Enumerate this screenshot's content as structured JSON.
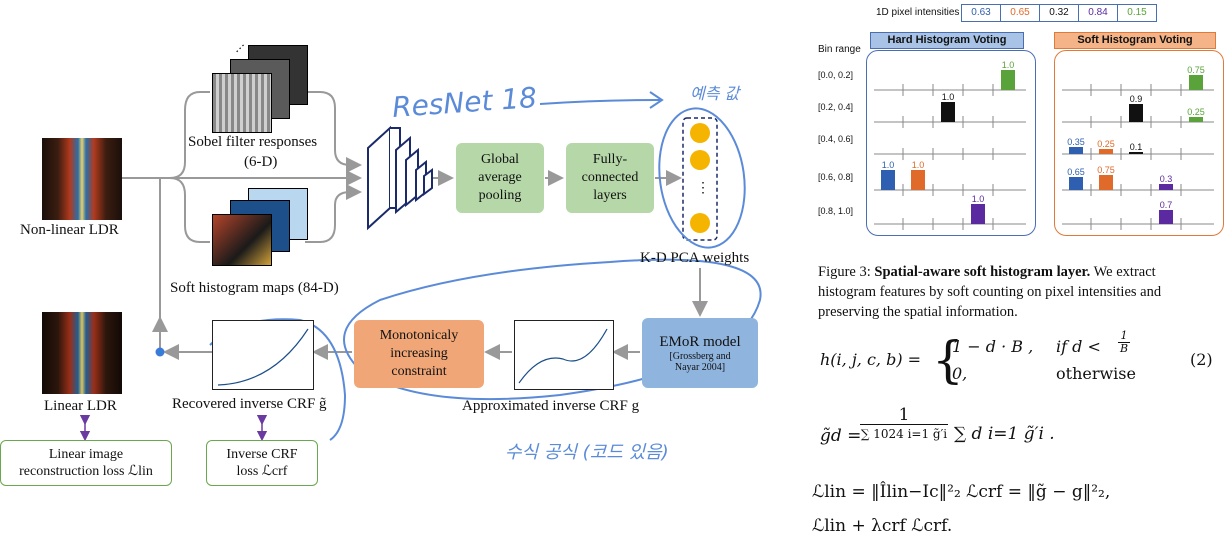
{
  "left": {
    "nonlinear_ldr": "Non-linear LDR",
    "sobel_label": "Sobel filter responses",
    "sobel_dim": "(6-D)",
    "soft_hist_label": "Soft histogram maps (84-D)",
    "gap_label": [
      "Global",
      "average",
      "pooling"
    ],
    "fc_label": [
      "Fully-",
      "connected",
      "layers"
    ],
    "pca_label": "K-D PCA weights",
    "emor_title": "EMoR model",
    "emor_cite": [
      "[Grossberg and",
      "Nayar 2004]"
    ],
    "mono_label": [
      "Monotonicaly",
      "increasing",
      "constraint"
    ],
    "linear_ldr": "Linear LDR",
    "recovered_crf": "Recovered inverse CRF g̃",
    "approx_crf": "Approximated inverse CRF g",
    "loss_lin": [
      "Linear image",
      "reconstruction loss ℒlin"
    ],
    "loss_crf": [
      "Inverse CRF",
      "loss ℒcrf"
    ],
    "vertical_dots": "⋮"
  },
  "handwriting": {
    "resnet": "ResNet 18",
    "note_top": "예측 값",
    "note_bottom": "수식 공식 (코드 있음)"
  },
  "figure3": {
    "pixel_intensities_label": "1D pixel intensities",
    "pixel_values": [
      "0.63",
      "0.65",
      "0.32",
      "0.84",
      "0.15"
    ],
    "pixel_colors": [
      "#2f5fb0",
      "#e06a2a",
      "#111111",
      "#5b2aa0",
      "#5aa33a"
    ],
    "bin_range_label": "Bin range",
    "bins": [
      "[0.0, 0.2]",
      "[0.2, 0.4]",
      "[0.4, 0.6]",
      "[0.6, 0.8]",
      "[0.8, 1.0]"
    ],
    "hard_title": "Hard Histogram Voting",
    "soft_title": "Soft Histogram Voting",
    "hard_bars": [
      {
        "bin": 0,
        "slot": 4,
        "value": "1.0",
        "color": "#5aa33a"
      },
      {
        "bin": 1,
        "slot": 2,
        "value": "1.0",
        "color": "#111111"
      },
      {
        "bin": 3,
        "slot": 0,
        "value": "1.0",
        "color": "#2f5fb0"
      },
      {
        "bin": 3,
        "slot": 1,
        "value": "1.0",
        "color": "#e06a2a"
      },
      {
        "bin": 4,
        "slot": 3,
        "value": "1.0",
        "color": "#5b2aa0"
      }
    ],
    "soft_bars": [
      {
        "bin": 0,
        "slot": 4,
        "value": "0.75",
        "color": "#5aa33a"
      },
      {
        "bin": 1,
        "slot": 2,
        "value": "0.9",
        "color": "#111111"
      },
      {
        "bin": 1,
        "slot": 4,
        "value": "0.25",
        "color": "#5aa33a"
      },
      {
        "bin": 2,
        "slot": 0,
        "value": "0.35",
        "color": "#2f5fb0"
      },
      {
        "bin": 2,
        "slot": 1,
        "value": "0.25",
        "color": "#e06a2a"
      },
      {
        "bin": 2,
        "slot": 2,
        "value": "0.1",
        "color": "#111111"
      },
      {
        "bin": 3,
        "slot": 0,
        "value": "0.65",
        "color": "#2f5fb0"
      },
      {
        "bin": 3,
        "slot": 1,
        "value": "0.75",
        "color": "#e06a2a"
      },
      {
        "bin": 3,
        "slot": 3,
        "value": "0.3",
        "color": "#5b2aa0"
      },
      {
        "bin": 4,
        "slot": 3,
        "value": "0.7",
        "color": "#5b2aa0"
      }
    ],
    "caption_label": "Figure 3:",
    "caption_bold": "Spatial-aware soft histogram layer.",
    "caption_rest_1": "We extract",
    "caption_line_2": "histogram features by soft counting on pixel intensities and",
    "caption_line_3": "preserving the spatial information.",
    "eq_lhs": "h(i, j, c, b) =",
    "eq_case1": "1 − d · B ,",
    "eq_cond1": "if d <",
    "eq_frac_num": "1",
    "eq_frac_den": "B",
    "eq_case2": "0,",
    "eq_cond2": "otherwise",
    "eq_number": "(2)",
    "eq_g_lhs": "g̃d =",
    "eq_g_num": "1",
    "eq_g_den": "∑ 1024 i=1 g̃′i",
    "eq_g_sum": "∑ d i=1 g̃′i .",
    "eq_loss1": "ℒlin = ‖Îlin−Ic‖²₂  ℒcrf = ‖g̃ − g‖²₂,",
    "eq_loss2": "ℒlin + λcrf ℒcrf."
  }
}
